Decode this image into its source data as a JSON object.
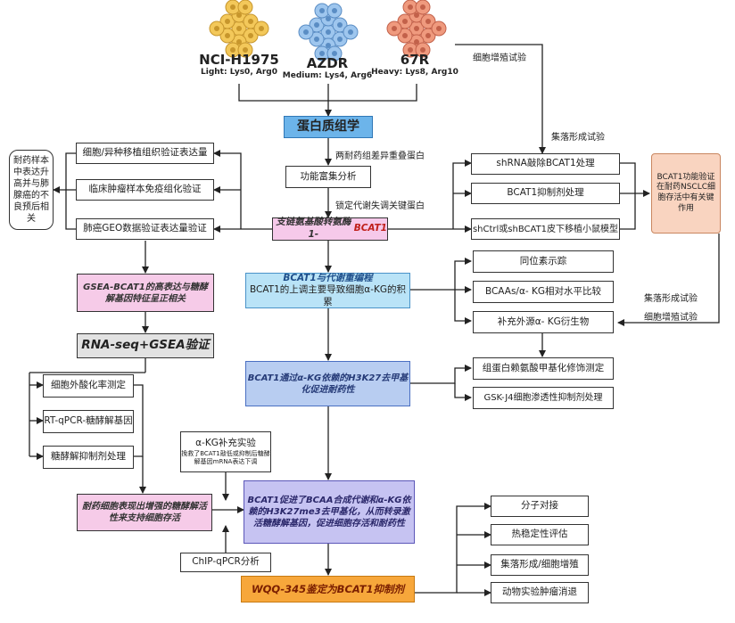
{
  "cells": [
    {
      "name": "NCI-H1975",
      "label": "Light: Lys0, Arg0",
      "color": "#f3c85a",
      "stroke": "#c7962c"
    },
    {
      "name": "AZDR",
      "label": "Medium: Lys4, Arg6",
      "color": "#9ec6ee",
      "stroke": "#5a8dc4"
    },
    {
      "name": "67R",
      "label": "Heavy: Lys8, Arg10",
      "color": "#ef9a7e",
      "stroke": "#c2614a"
    }
  ],
  "labels": {
    "proliferation_top": "细胞增殖试验",
    "colony_mid": "集落形成试验",
    "diff_proteins": "两耐药组差异重叠蛋白",
    "lock_metab": "锁定代谢失调关键蛋白",
    "colony_right": "集落形成试验",
    "prolif_right": "细胞增殖试验"
  },
  "boxes": {
    "proteomics": "蛋白质组学",
    "enrich": "功能富集分析",
    "bcat1_prefix": "支链氨基酸转氨酶1-",
    "bcat1_suffix": "BCAT1",
    "xenograft": "细胞/异种移植组织验证表达量",
    "clinical": "临床肿瘤样本免疫组化验证",
    "geo": "肺癌GEO数据验证表达量验证",
    "resist_note": "耐药样本中表达升高并与肺腺癌的不良预后相关",
    "gsea": "GSEA-BCAT1的高表达与糖酵解基因特征呈正相关",
    "rnaseq": "RNA-seq+GSEA验证",
    "ecar": "细胞外酸化率测定",
    "rtqpcr": "RT-qPCR-糖酵解基因",
    "glyco_inhib": "糖酵解抑制剂处理",
    "glyco_enhance": "耐药细胞表现出增强的糖酵解活性来支持细胞存活",
    "akg_title": "α-KG补充实验",
    "akg_detail": "挽救了BCAT1敲低或抑制后糖酵解基因mRNA表达下调",
    "chip": "ChIP-qPCR分析",
    "shrna": "shRNA敲除BCAT1处理",
    "inhibitor": "BCAT1抑制剂处理",
    "mouse": "shCtrl或shBCAT1皮下移植小鼠模型",
    "func_verify": "BCAT1功能验证在耐药NSCLC细胞存活中有关键作用",
    "metab_title": "BCAT1与代谢重编程",
    "metab_sub": "BCAT1的上调主要导致细胞α-KG的积累",
    "isotope": "同位素示踪",
    "bcaa_ratio": "BCAAs/α- KG相对水平比较",
    "akg_deriv": "补充外源α- KG衍生物",
    "h3k27": "BCAT1通过α-KG依赖的H3K27去甲基化促进耐药性",
    "histone": "组蛋白赖氨酸甲基化修饰测定",
    "gskj4": "GSK-J4细胞渗透性抑制剂处理",
    "bcaa_main": "BCAT1促进了BCAA合成代谢和α-KG依赖的H3K27me3去甲基化，从而转录激活糖酵解基因，促进细胞存活和耐药性",
    "wqq": "WQQ-345鉴定为BCAT1抑制剂",
    "docking": "分子对接",
    "thermal": "热稳定性评估",
    "colony_prolif": "集落形成/细胞增殖",
    "animal": "动物实验肿瘤消退"
  }
}
